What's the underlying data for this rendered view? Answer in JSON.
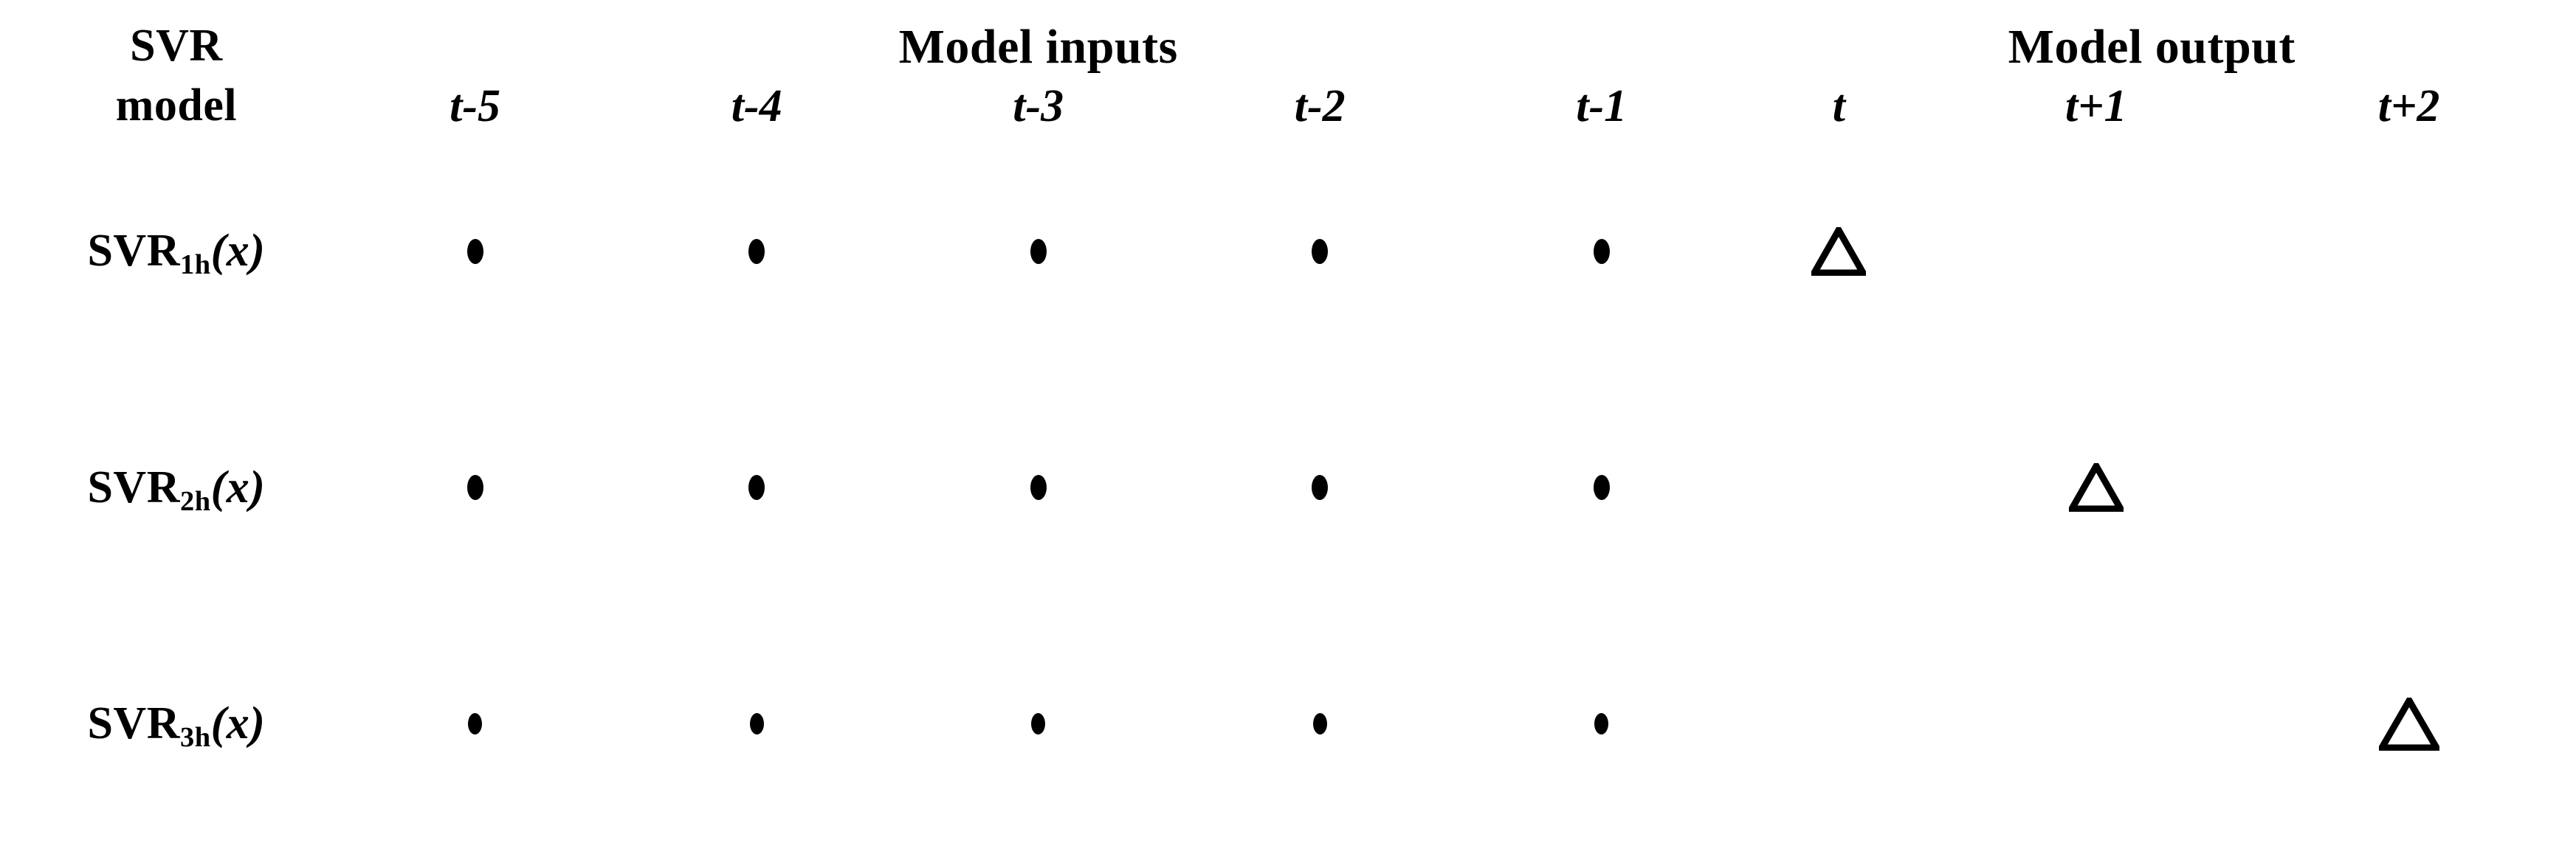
{
  "table": {
    "corner_header": {
      "line1": "SVR",
      "line2": "model"
    },
    "group_headers": [
      {
        "label": "Model inputs",
        "span": 5
      },
      {
        "label": "Model output",
        "span": 3
      }
    ],
    "input_columns": [
      "t-5",
      "t-4",
      "t-3",
      "t-2",
      "t-1"
    ],
    "output_columns": [
      "t",
      "t+1",
      "t+2"
    ],
    "rows": [
      {
        "label_base": "SVR",
        "label_sub": "1h",
        "label_arg": "(x)",
        "inputs": [
          "dot",
          "dot",
          "dot",
          "dot",
          "dot"
        ],
        "outputs": [
          "triangle",
          "",
          ""
        ]
      },
      {
        "label_base": "SVR",
        "label_sub": "2h",
        "label_arg": "(x)",
        "inputs": [
          "dot",
          "dot",
          "dot",
          "dot",
          "dot"
        ],
        "outputs": [
          "",
          "triangle",
          ""
        ]
      },
      {
        "label_base": "SVR",
        "label_sub": "3h",
        "label_arg": "(x)",
        "inputs": [
          "dot-small",
          "dot-small",
          "dot-small",
          "dot-small",
          "dot-small"
        ],
        "outputs": [
          "",
          "",
          "triangle"
        ]
      }
    ],
    "markers": {
      "dot": {
        "name": "filled-circle-marker",
        "glyph": "●",
        "meaning": "model input used"
      },
      "triangle": {
        "name": "open-triangle-marker",
        "glyph": "△",
        "meaning": "model output predicted"
      }
    },
    "colors": {
      "rule": "#000000",
      "text": "#000000",
      "background": "#ffffff"
    }
  }
}
